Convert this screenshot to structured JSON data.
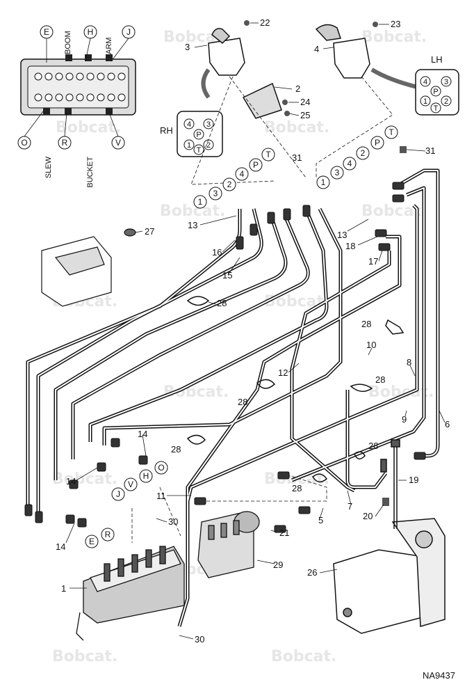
{
  "watermark": "Bobcat.",
  "figure_id": "NA9437",
  "valve_section_labels": {
    "top": [
      "BOOM",
      "ARM"
    ],
    "bottom": [
      "SLEW",
      "BUCKET"
    ],
    "letters_top": [
      "E",
      "H",
      "J"
    ],
    "letters_bottom": [
      "O",
      "R",
      "V"
    ]
  },
  "connector_rh": {
    "title": "RH",
    "ports": [
      "4",
      "3",
      "P",
      "1",
      "2",
      "T"
    ]
  },
  "connector_lh": {
    "title": "LH",
    "ports": [
      "4",
      "3",
      "P",
      "1",
      "2",
      "T"
    ]
  },
  "joystick_ports_left": [
    "1",
    "3",
    "2",
    "4",
    "P",
    "T"
  ],
  "joystick_ports_right": [
    "1",
    "3",
    "4",
    "2",
    "P",
    "T"
  ],
  "callouts": [
    "1",
    "2",
    "3",
    "4",
    "5",
    "6",
    "7",
    "8",
    "9",
    "10",
    "11",
    "12",
    "13",
    "14",
    "15",
    "16",
    "17",
    "18",
    "19",
    "20",
    "21",
    "22",
    "23",
    "24",
    "25",
    "26",
    "27",
    "28",
    "29",
    "30",
    "31"
  ],
  "valve_port_letters": [
    "O",
    "H",
    "V",
    "J",
    "E",
    "R"
  ]
}
